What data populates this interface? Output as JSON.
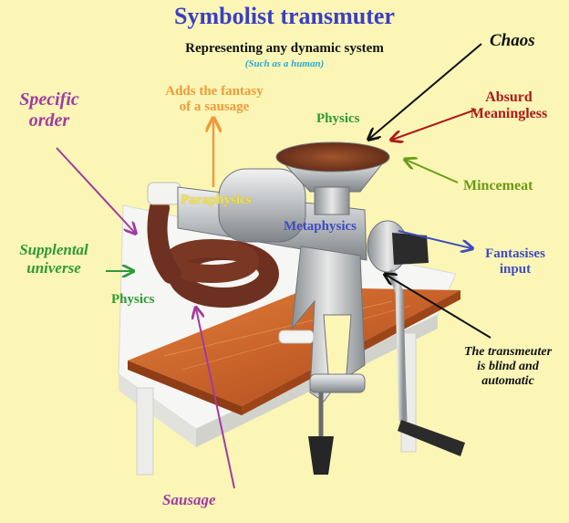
{
  "title": "Symbolist transmuter",
  "subtitle": "Representing any dynamic system",
  "subtitle_note": "(Such as a human)",
  "labels": {
    "chaos": "Chaos",
    "absurd": "Absurd",
    "meaningless": "Meaningless",
    "mincemeat": "Mincemeat",
    "fantasises_line1": "Fantasises",
    "fantasises_line2": "input",
    "blind_line1": "The transmeuter",
    "blind_line2": "is blind and",
    "blind_line3": "automatic",
    "specific_line1": "Specific",
    "specific_line2": "order",
    "fantasy_line1": "Adds the fantasy",
    "fantasy_line2": "of a sausage",
    "supplemental_line1": "Supplental",
    "supplemental_line2": "universe",
    "physics_top": "Physics",
    "physics_left": "Physics",
    "paraphysics": "Paraphysics",
    "metaphysics": "Metaphysics",
    "sausage": "Sausage"
  },
  "colors": {
    "background": "#fbf6b6",
    "title": "#3a3fc4",
    "subtitle_note": "#29a7d6",
    "chaos": "#111111",
    "absurd": "#b01818",
    "mincemeat": "#6b9a16",
    "fantasises": "#3f4cc0",
    "specific": "#a23aa0",
    "fantasy": "#f09a3a",
    "supplemental": "#2f9a35",
    "physics": "#2f9a35",
    "paraphysics": "#f2e24a",
    "metaphysics": "#3f4cc0",
    "sausage": "#a23aa0"
  }
}
